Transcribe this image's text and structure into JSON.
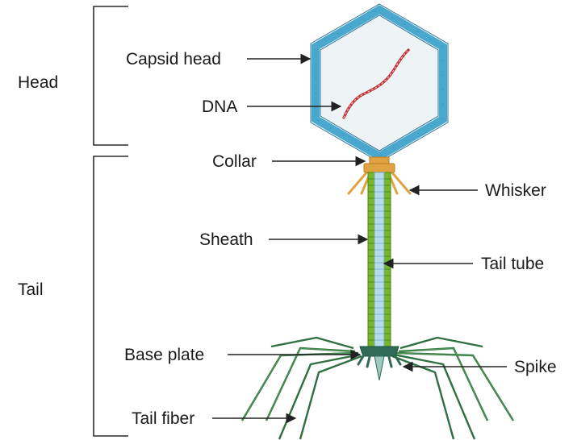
{
  "sections": {
    "head": "Head",
    "tail": "Tail"
  },
  "labels": {
    "capsid_head": "Capsid head",
    "dna": "DNA",
    "collar": "Collar",
    "whisker": "Whisker",
    "sheath": "Sheath",
    "tail_tube": "Tail tube",
    "base_plate": "Base plate",
    "spike": "Spike",
    "tail_fiber": "Tail fiber"
  },
  "colors": {
    "capsid_border": "#4aa8cf",
    "capsid_fill": "#eef4f6",
    "dna": "#c0272d",
    "collar": "#e0a341",
    "sheath": "#76b82a",
    "tube": "#b9dbea",
    "baseplate": "#2f6b57",
    "fiber": "#2e7040"
  }
}
